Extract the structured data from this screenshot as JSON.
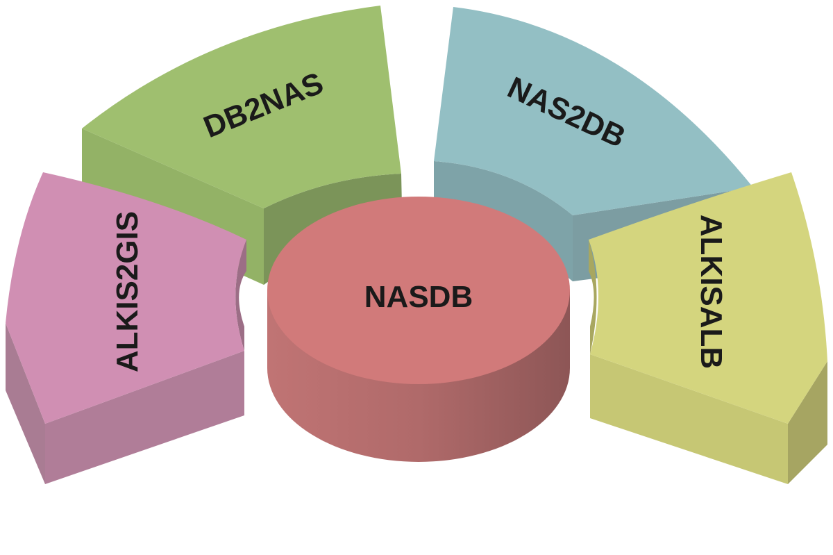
{
  "center": {
    "label": "NASDB",
    "color": "#d17a7a"
  },
  "segments": [
    {
      "id": "db2nas",
      "label": "DB2NAS",
      "color": "#9fbf6f"
    },
    {
      "id": "nas2db",
      "label": "NAS2DB",
      "color": "#93bfc4"
    },
    {
      "id": "alkis2gis",
      "label": "ALKIS2GIS",
      "color": "#d08fb3"
    },
    {
      "id": "alkisalb",
      "label": "ALKISALB",
      "color": "#d4d57e"
    }
  ]
}
